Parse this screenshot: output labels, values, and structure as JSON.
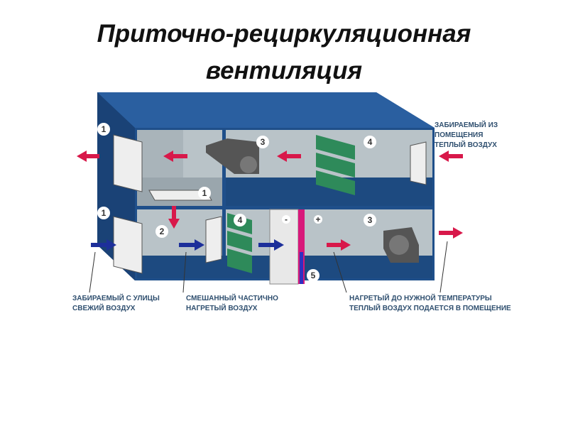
{
  "title": {
    "line1": "Приточно-рециркуляционная",
    "line2": "вентиляция"
  },
  "labels": {
    "room_warm_air": [
      "ЗАБИРАЕМЫЙ ИЗ",
      "ПОМЕЩЕНИЯ",
      "ТЕПЛЫЙ ВОЗДУХ"
    ],
    "street_fresh_air": [
      "ЗАБИРАЕМЫЙ С УЛИЦЫ",
      "СВЕЖИЙ ВОЗДУХ"
    ],
    "mixed_air": [
      "СМЕШАННЫЙ ЧАСТИЧНО",
      "НАГРЕТЫЙ ВОЗДУХ"
    ],
    "heated_air": [
      "НАГРЕТЫЙ ДО НУЖНОЙ ТЕМПЕРАТУРЫ",
      "ТЕПЛЫЙ ВОЗДУХ ПОДАЕТСЯ В ПОМЕЩЕНИЕ"
    ]
  },
  "markers": [
    "1",
    "1",
    "1",
    "2",
    "3",
    "3",
    "4",
    "4",
    "5"
  ],
  "signs": {
    "minus": "-",
    "plus": "+"
  },
  "colors": {
    "casing": "#1f4f8a",
    "casing_dark": "#163b6b",
    "interior": "#b9c3c8",
    "floor": "#1d4a80",
    "arrow_warm": "#d8184a",
    "arrow_cool": "#1d2f9a",
    "coil": "#2e8a5a"
  }
}
